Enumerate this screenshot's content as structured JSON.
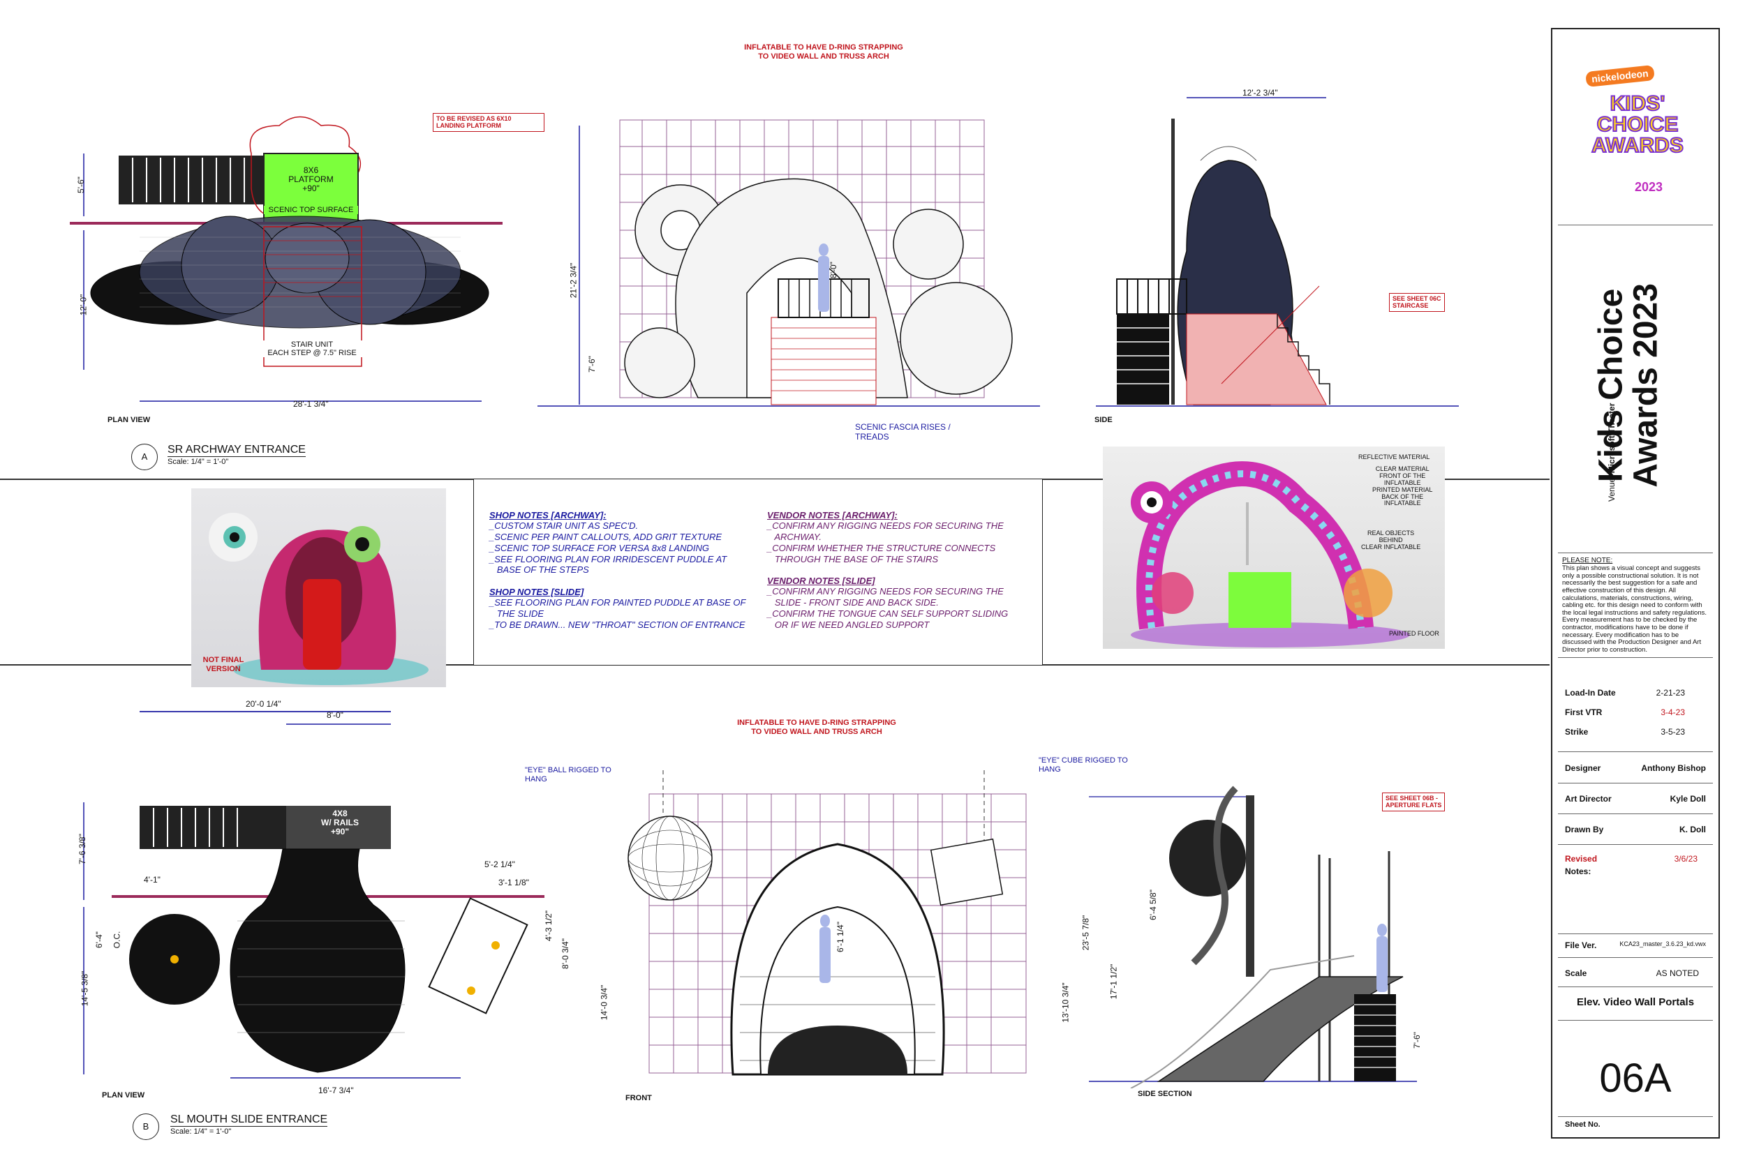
{
  "top_notes": {
    "inflatable_top": "INFLATABLE TO HAVE D-RING STRAPPING\nTO VIDEO WALL AND TRUSS ARCH",
    "inflatable_bottom": "INFLATABLE TO HAVE D-RING STRAPPING\nTO VIDEO WALL AND TRUSS ARCH"
  },
  "section_a": {
    "revision_callout": "TO BE REVISED AS 6X10\nLANDING PLATFORM",
    "platform_label": "8X6\nPLATFORM\n+90\"",
    "scenic_top_label": "SCENIC TOP SURFACE",
    "stair_unit_label": "STAIR UNIT\nEACH STEP @ 7.5\" RISE",
    "dim_5_6": "5'-6\"",
    "dim_12_0": "12'-0\"",
    "dim_28_1_3_4": "28'-1 3/4\"",
    "dim_21_2_3_4": "21'-2 3/4\"",
    "dim_7_6": "7'-6\"",
    "dim_8_0": "8'-0\"",
    "dim_12_2_3_4": "12'-2 3/4\"",
    "plan_view": "PLAN VIEW",
    "side_label": "SIDE",
    "scenic_fascia": "SCENIC FASCIA RISES /\nTREADS",
    "see_sheet_06c": "SEE SHEET 06C\nSTAIRCASE",
    "marker": "A",
    "title": "SR ARCHWAY ENTRANCE",
    "scale": "Scale: 1/4\" = 1'-0\""
  },
  "shop_notes": {
    "archway_head": "SHOP NOTES [ARCHWAY]:",
    "archway_items": [
      "_CUSTOM STAIR UNIT AS SPEC'D.",
      "_SCENIC PER PAINT CALLOUTS, ADD GRIT TEXTURE",
      "_SCENIC TOP SURFACE FOR VERSA 8x8 LANDING",
      "_SEE FLOORING PLAN FOR IRRIDESCENT PUDDLE AT",
      "   BASE OF THE STEPS"
    ],
    "slide_head": "SHOP NOTES [SLIDE]",
    "slide_items": [
      "_SEE FLOORING PLAN FOR PAINTED PUDDLE AT BASE OF",
      "   THE SLIDE",
      "_TO BE DRAWN... NEW \"THROAT\" SECTION OF ENTRANCE"
    ],
    "vendor_archway_head": "VENDOR NOTES [ARCHWAY]:",
    "vendor_archway_items": [
      "_CONFIRM ANY RIGGING NEEDS FOR SECURING THE",
      "   ARCHWAY.",
      "_CONFIRM WHETHER THE STRUCTURE CONNECTS",
      "   THROUGH THE BASE OF THE STAIRS"
    ],
    "vendor_slide_head": "VENDOR NOTES [SLIDE]",
    "vendor_slide_items": [
      "_CONFIRM ANY RIGGING NEEDS FOR SECURING THE",
      "   SLIDE - FRONT SIDE AND BACK SIDE.",
      "_CONFIRM THE TONGUE CAN SELF SUPPORT SLIDING",
      "   OR IF WE NEED ANGLED SUPPORT"
    ]
  },
  "photo_left": {
    "caption": "NOT FINAL\nVERSION"
  },
  "photo_right": {
    "labels": [
      "REFLECTIVE MATERIAL",
      "CLEAR MATERIAL\nFRONT OF THE\nINFLATABLE\nPRINTED MATERIAL\nBACK OF THE\nINFLATABLE",
      "REAL OBJECTS\nBEHIND\nCLEAR INFLATABLE",
      "PAINTED FLOOR"
    ]
  },
  "section_b": {
    "dim_20_0_1_4": "20'-0 1/4\"",
    "dim_8_0": "8'-0\"",
    "platform_label": "4X8\nW/ RAILS\n+90\"",
    "dim_7_6_3_8": "7'-6 3/8\"",
    "dim_4_1": "4'-1\"",
    "dim_5_2_1_4": "5'-2 1/4\"",
    "dim_3_1_1_8": "3'-1 1/8\"",
    "dim_6_4_oc": "6'-4\"",
    "oc": "O.C.",
    "dim_4_3_1_2": "4'-3 1/2\"",
    "dim_8_0_3_4": "8'-0 3/4\"",
    "dim_14_5_3_8": "14'-5 3/8\"",
    "dim_16_7_3_4": "16'-7 3/4\"",
    "plan_view": "PLAN VIEW",
    "eye_ball": "\"EYE\" BALL RIGGED TO\nHANG",
    "eye_cube": "\"EYE\" CUBE RIGGED TO\nHANG",
    "dim_6_1_1_4": "6'-1 1/4\"",
    "dim_14_0_3_4": "14'-0 3/4\"",
    "dim_13_10_3_4": "13'-10 3/4\"",
    "front": "FRONT",
    "see_sheet_06b": "SEE SHEET 06B -\nAPERTURE FLATS",
    "dim_23_5_7_8": "23'-5 7/8\"",
    "dim_6_4_5_8": "6'-4 5/8\"",
    "dim_17_1_1_2": "17'-1 1/2\"",
    "dim_7_6": "7'-6\"",
    "side_section": "SIDE SECTION",
    "marker": "B",
    "title": "SL MOUTH SLIDE  ENTRANCE",
    "scale": "Scale: 1/4\" = 1'-0\""
  },
  "title_block": {
    "logo_top": "nickelodeon",
    "logo_main": "KIDS' CHOICE AWARDS",
    "logo_year": "2023",
    "project_title": "Kids Choice Awards 2023",
    "venue_label": "Venue:",
    "venue_value": "Microsoft Theater",
    "please_note_head": "PLEASE NOTE:",
    "please_note_body": "This plan shows a visual concept and suggests only a possible constructional solution. It is not necessarily the best suggestion for a safe and effective construction of this design. All calculations, materials, constructions, wiring, cabling etc. for this design need to conform with the local legal instructions and safety regulations. Every measurement has to be checked by the contractor, modifications have to be done if necessary. Every modification has to be discussed with the Production Designer and Art Director prior to construction.",
    "load_in_label": "Load-In Date",
    "load_in_value": "2-21-23",
    "first_vtr_label": "First VTR",
    "first_vtr_value": "3-4-23",
    "strike_label": "Strike",
    "strike_value": "3-5-23",
    "designer_label": "Designer",
    "designer_value": "Anthony Bishop",
    "art_director_label": "Art Director",
    "art_director_value": "Kyle Doll",
    "drawn_by_label": "Drawn By",
    "drawn_by_value": "K. Doll",
    "revised_label": "Revised",
    "revised_value": "3/6/23",
    "notes_label": "Notes:",
    "file_ver_label": "File Ver.",
    "file_ver_value": "KCA23_master_3.6.23_kd.vwx",
    "scale_label": "Scale",
    "scale_value": "AS NOTED",
    "sheet_title": "Elev. Video Wall Portals",
    "sheet_number": "06A",
    "sheet_no_label": "Sheet No."
  }
}
